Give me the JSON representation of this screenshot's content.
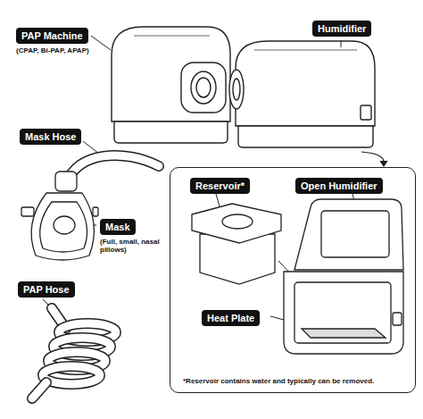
{
  "diagram": {
    "nodes": [
      {
        "text": [
          "PAP Machine",
          "(CPAP, Bi-PAP, APAP)"
        ]
      },
      {
        "text": [
          "Humidifier"
        ]
      },
      {
        "text": [
          "Mask Hose"
        ]
      },
      {
        "text": [
          "Mask",
          "(Full, small, nasal pillows)"
        ]
      },
      {
        "text": [
          "PAP Hose"
        ]
      },
      {
        "text": [
          "*Reservoir contains water and typically can be removed."
        ]
      },
      {
        "text": [
          "Reservoir*"
        ],
        "in": 5
      },
      {
        "text": [
          "Open Humidifier"
        ],
        "in": 5
      },
      {
        "text": [
          "Heat Plate"
        ],
        "in": 5
      }
    ]
  }
}
